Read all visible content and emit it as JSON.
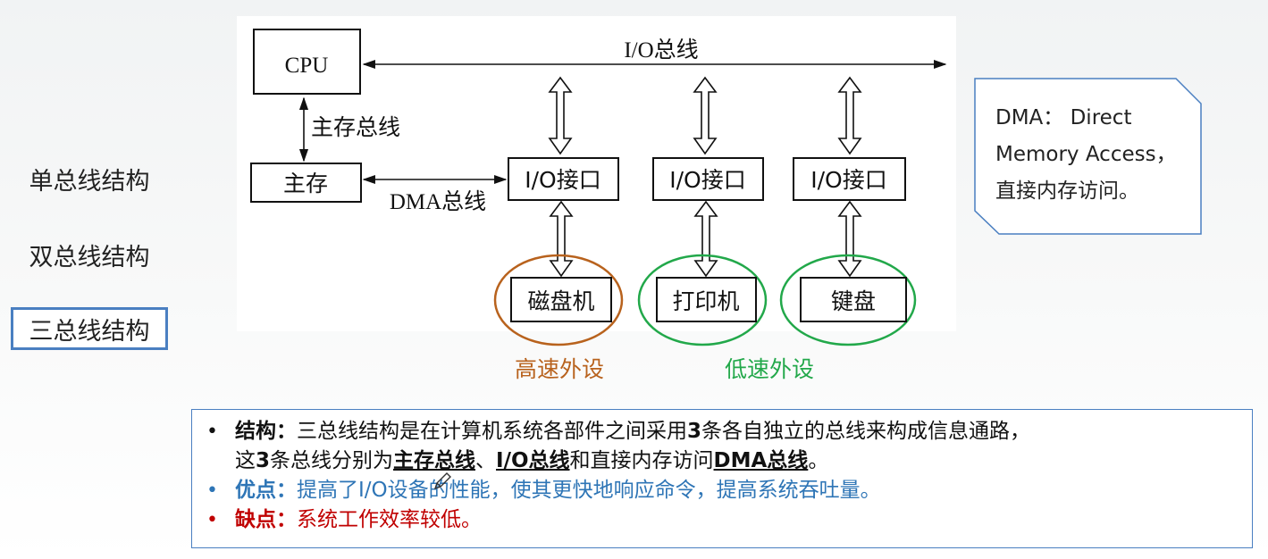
{
  "nav": {
    "items": [
      {
        "label": "单总线结构"
      },
      {
        "label": "双总线结构"
      },
      {
        "label": "三总线结构",
        "active": true
      }
    ]
  },
  "diagram": {
    "cpu": "CPU",
    "main_memory": "主存",
    "io_bus": "I/O总线",
    "memory_bus": "主存总线",
    "dma_bus": "DMA总线",
    "io_interfaces": [
      "I/O接口",
      "I/O接口",
      "I/O接口"
    ],
    "devices": [
      "磁盘机",
      "打印机",
      "键盘"
    ],
    "high_speed_label": "高速外设",
    "low_speed_label": "低速外设",
    "colors": {
      "high_speed": "#b8621d",
      "low_speed": "#22a84a"
    }
  },
  "callout": {
    "line1": "DMA： Direct",
    "line2": "Memory Access，",
    "line3": "直接内存访问。"
  },
  "bullets": {
    "structure_label": "结构：",
    "structure_text_1": "三总线结构是在计算机系统各部件之间采用",
    "structure_num_1": "3",
    "structure_text_2": "条各自独立的总线来构成信息通路，",
    "structure_text_3": "这",
    "structure_num_2": "3",
    "structure_text_4": "条总线分别为",
    "bus_main": "主存总线",
    "sep": "、",
    "bus_io": "I/O总线",
    "structure_text_5": "和直接内存访问",
    "bus_dma": "DMA总线",
    "structure_end": "。",
    "pros_label": "优点：",
    "pros_text": "提高了I/O设备的性能，使其更快地响应命令，提高系统吞吐量。",
    "cons_label": "缺点：",
    "cons_text": "系统工作效率较低。"
  }
}
